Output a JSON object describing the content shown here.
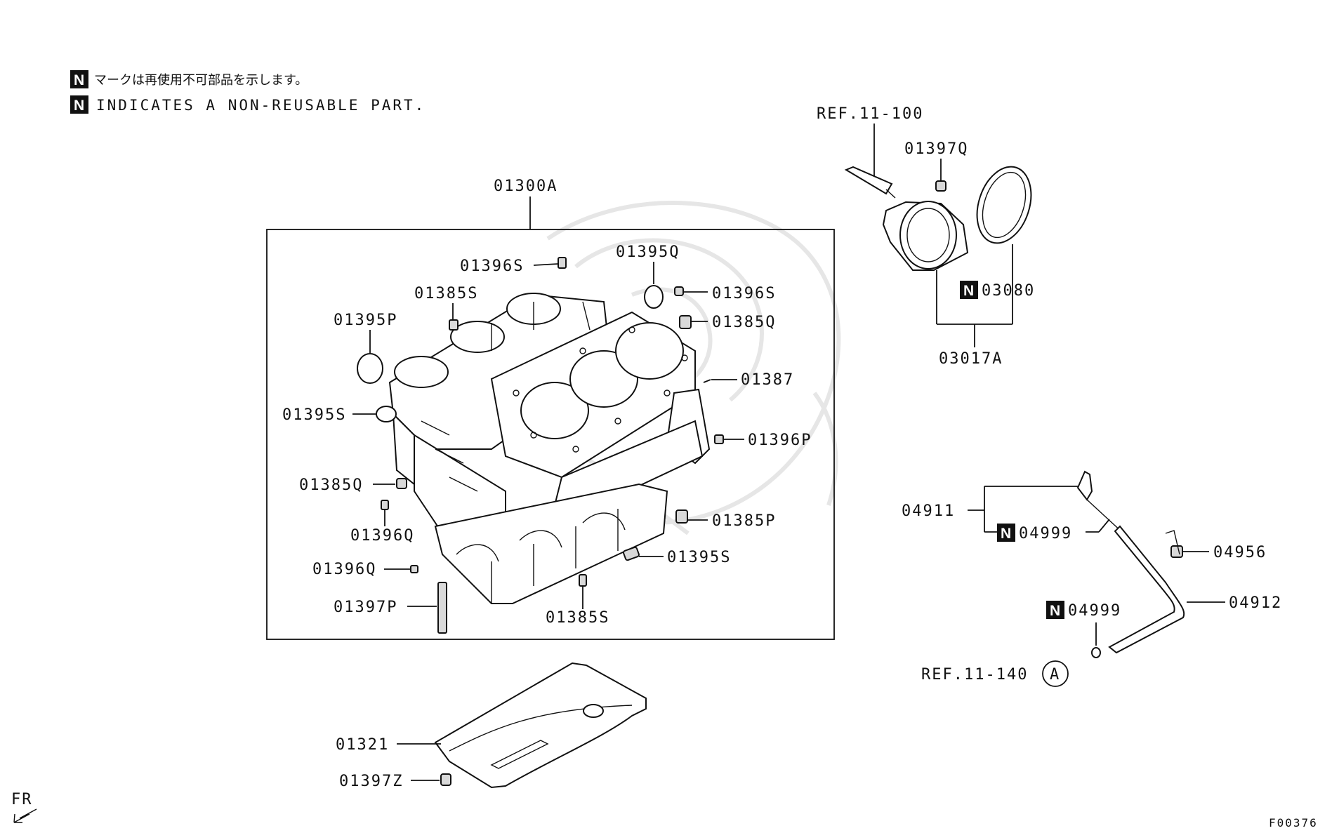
{
  "notes": {
    "badge": "N",
    "japanese": "マークは再使用不可部品を示します。",
    "english": "INDICATES A NON-REUSABLE PART."
  },
  "labels": {
    "block_assy": "01300A",
    "cap_top": "01396S",
    "plug_top": "01395Q",
    "plug_r1": "01396S",
    "bolt_l1": "01385S",
    "bolt_r1": "01385Q",
    "plug_left1": "01395P",
    "pin_right": "01387",
    "plug_left2": "01395S",
    "plug_right2": "01396P",
    "bolt_left2": "01385Q",
    "cap_left": "01396Q",
    "bolt_right3": "01385P",
    "cap_left2": "01396Q",
    "plug_bottom": "01395S",
    "bolt_main": "01397P",
    "bolt_bottom": "01385S",
    "ref_top": "REF.11-100",
    "bolt_top_right": "01397Q",
    "oil_seal": "03080",
    "seal_case_assy": "03017A",
    "dipstick_assy": "04911",
    "oring_1": "04999",
    "clamp": "04956",
    "guide_tube": "04912",
    "oring_2": "04999",
    "ref_bottom": "REF.11-140",
    "ref_circle": "A",
    "baffle": "01321",
    "baffle_bolt": "01397Z",
    "front_mark": "FR",
    "figure_code": "F00376"
  }
}
